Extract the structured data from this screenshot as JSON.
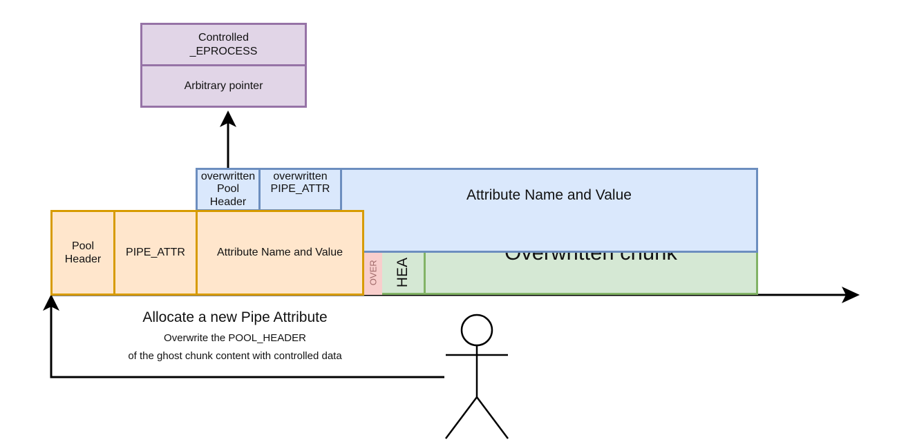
{
  "purple": {
    "top_label": "Controlled\n_EPROCESS",
    "bottom_label": "Arbitrary pointer"
  },
  "blue": {
    "pool_header": "overwritten\nPool\nHeader",
    "pipe_attr": "overwritten\nPIPE_ATTR",
    "attr_name_value": "Attribute Name and Value"
  },
  "orange": {
    "pool_header": "Pool\nHeader",
    "pipe_attr": "PIPE_ATTR",
    "attr_name_value": "Attribute Name and Value"
  },
  "underlying": {
    "over_label": "OVER",
    "hea_label": "HEA",
    "chunk_label": "Overwritten chunk"
  },
  "caption": {
    "title": "Allocate a new Pipe Attribute",
    "line1": "Overwrite the POOL_HEADER",
    "line2": "of the ghost chunk content with controlled data"
  },
  "colors": {
    "orange_fill": "#ffe6cc",
    "orange_stroke": "#d79b00",
    "blue_fill": "#dae8fc",
    "blue_stroke": "#6c8ebf",
    "purple_fill": "#e1d5e7",
    "purple_stroke": "#9673a6",
    "green_fill": "#d5e8d4",
    "green_stroke": "#82b366",
    "red_fill": "#f8cecc"
  }
}
